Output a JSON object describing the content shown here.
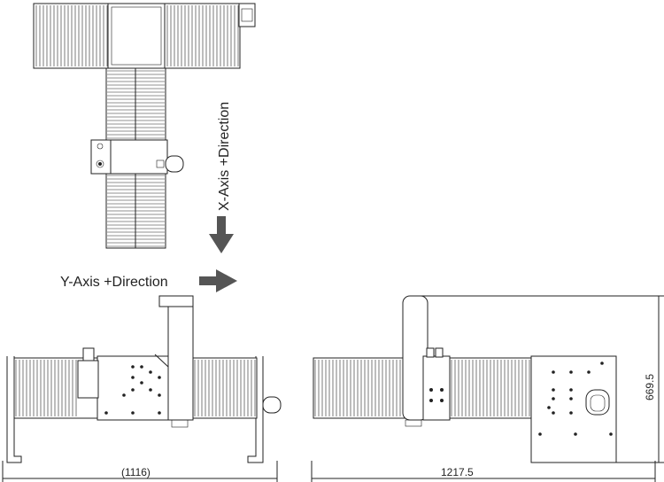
{
  "labels": {
    "x_axis": "X-Axis +Direction",
    "y_axis": "Y-Axis +Direction"
  },
  "dimensions": {
    "front_width": "(1116)",
    "side_width": "1217.5",
    "side_height": "669.5"
  },
  "colors": {
    "line": "#222222",
    "arrow": "#555555",
    "background": "#ffffff"
  }
}
